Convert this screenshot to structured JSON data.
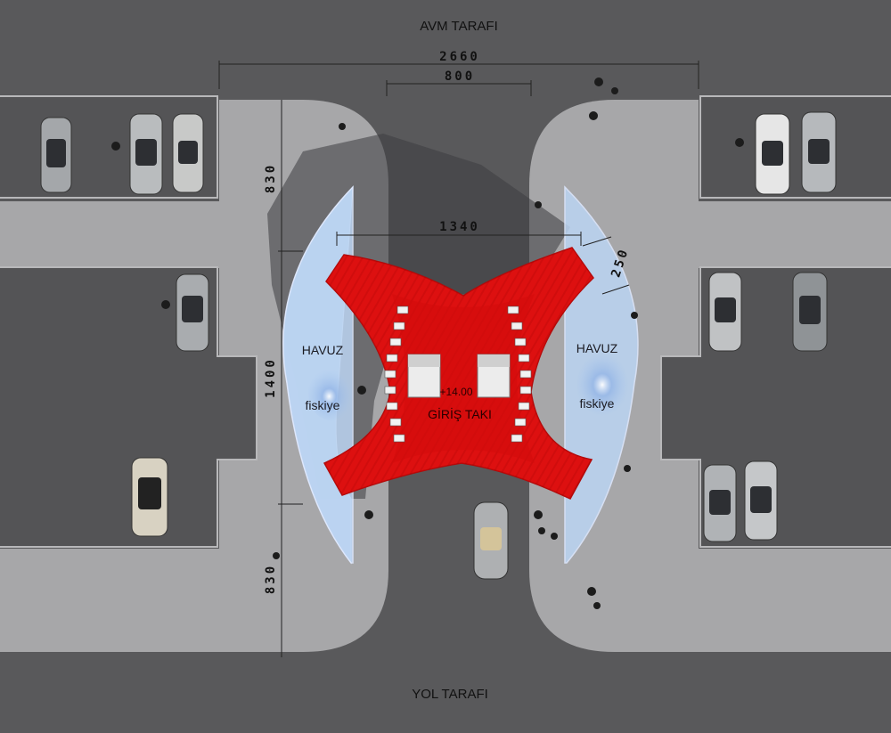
{
  "labels": {
    "top_side": "AVM TARAFI",
    "bottom_side": "YOL TARAFI",
    "pool_left": "HAVUZ",
    "pool_right": "HAVUZ",
    "fountain_left": "fiskiye",
    "fountain_right": "fiskiye",
    "elevation": "+14.00",
    "structure": "GİRİŞ TAKI"
  },
  "dimensions": {
    "overall_width": "2660",
    "gate_opening": "800",
    "arch_span": "1340",
    "arm_width": "250",
    "upper_left": "830",
    "middle_left": "1400",
    "lower_left": "830"
  },
  "colors": {
    "road": "#59595b",
    "sidewalk": "#a7a7a9",
    "parking": "#4d4d4f",
    "pool": "#b8d3f2",
    "gate": "#e01010"
  }
}
